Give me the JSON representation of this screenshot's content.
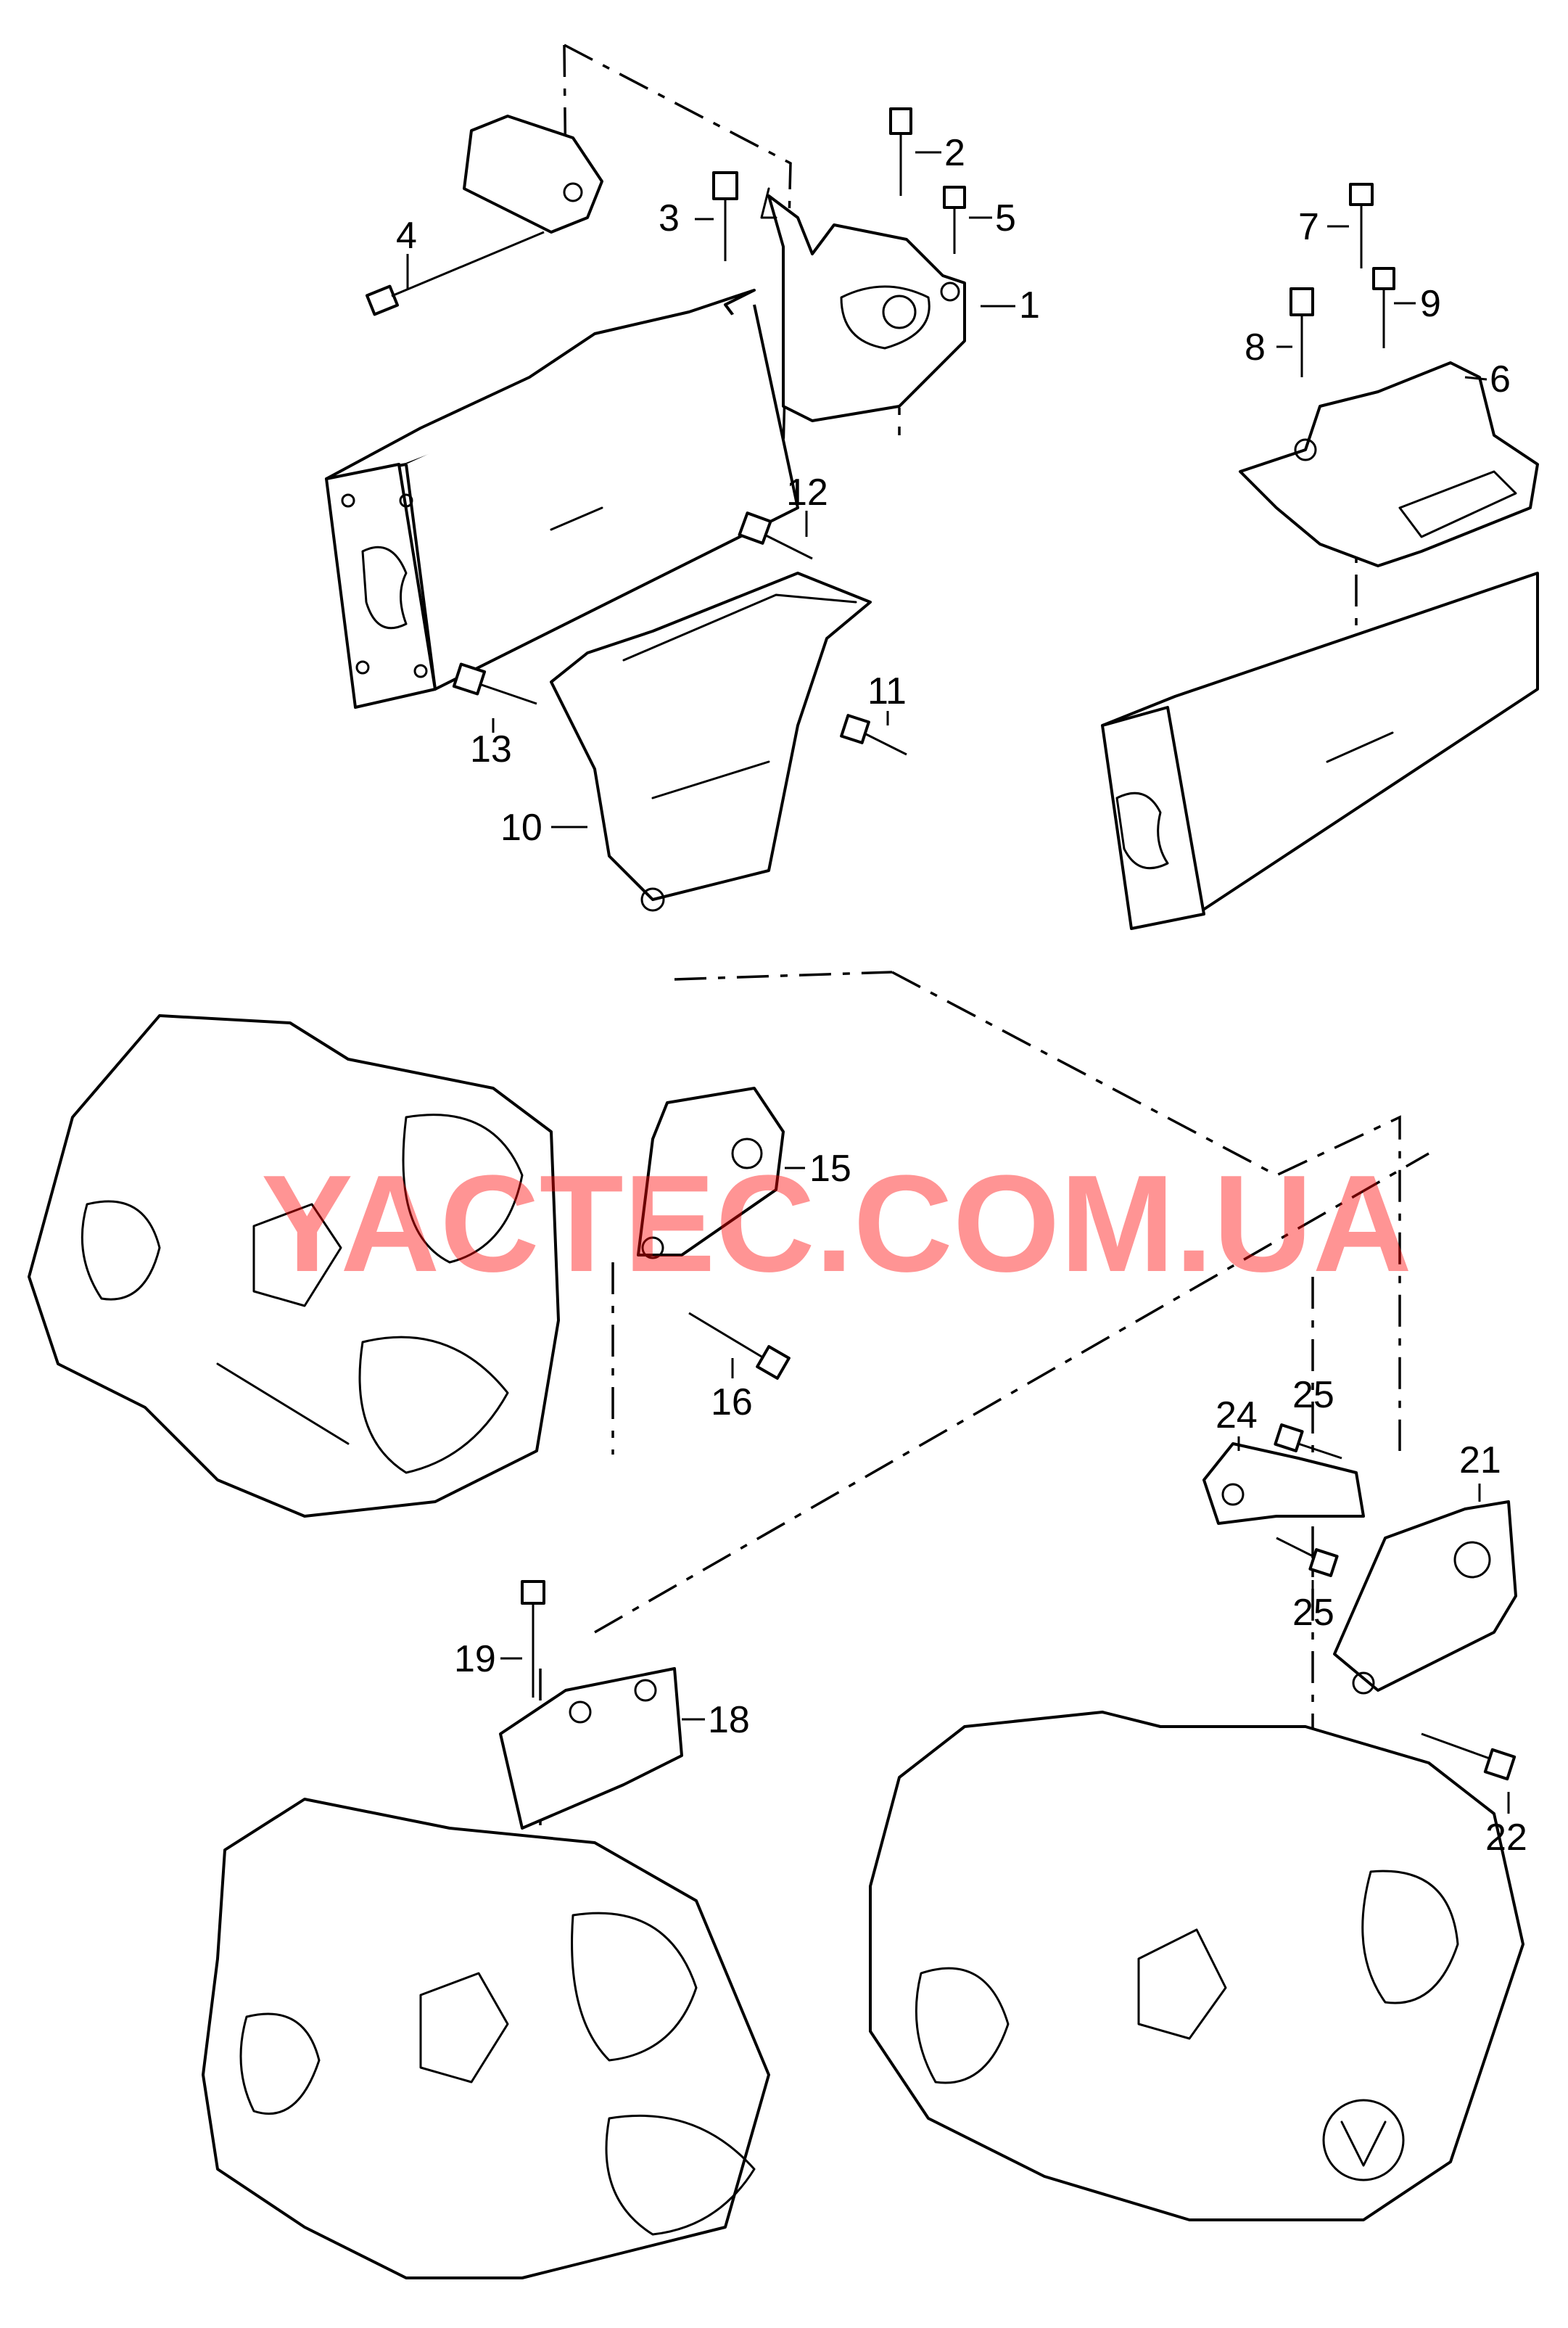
{
  "watermark": "YACTEC.COM.UA",
  "callouts": {
    "c1": "1",
    "c2": "2",
    "c3": "3",
    "c4": "4",
    "c5": "5",
    "c6": "6",
    "c7": "7",
    "c8": "8",
    "c9": "9",
    "c10": "10",
    "c11": "11",
    "c12": "12",
    "c13": "13",
    "c15": "15",
    "c16": "16",
    "c18": "18",
    "c19": "19",
    "c21": "21",
    "c22": "22",
    "c24": "24",
    "c25a": "25",
    "c25b": "25"
  },
  "colors": {
    "line": "#000000",
    "watermark": "#ff0000",
    "background": "#ffffff"
  }
}
